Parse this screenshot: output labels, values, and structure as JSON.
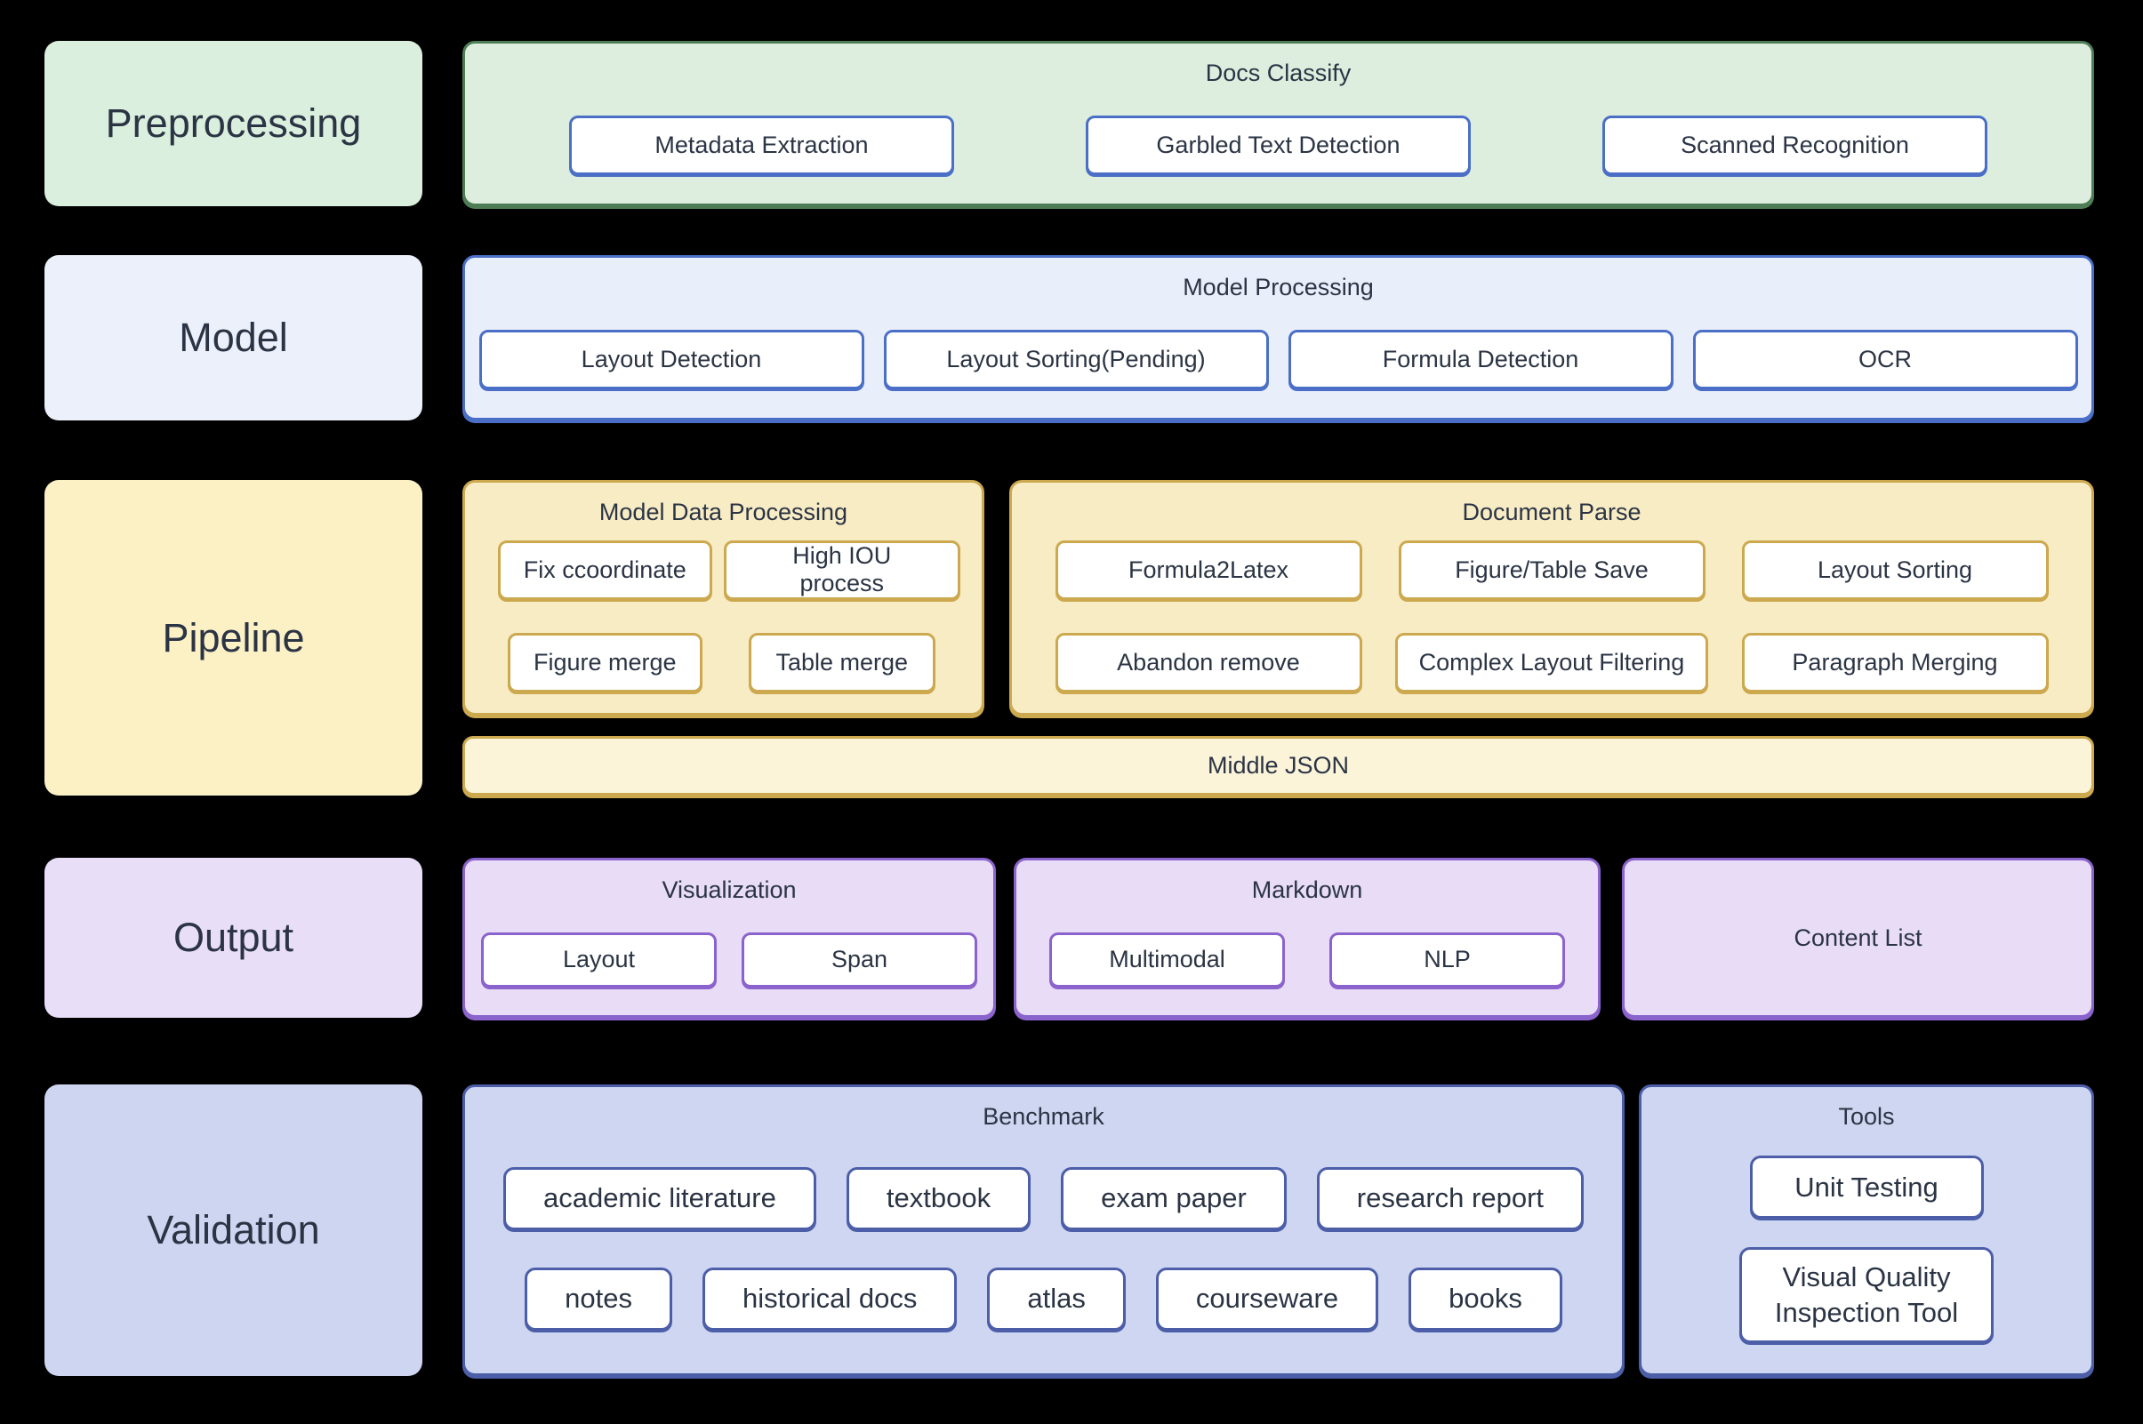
{
  "theme": {
    "background": "#000000",
    "text_color": "#2b3444",
    "colors": {
      "green-label": "#daefdd",
      "green-fill": "#ddeedf",
      "green-border": "#4e7d55",
      "blue-label": "#ecf0fa",
      "blue-fill": "#e9eefb",
      "blue-border": "#4b6fc6",
      "yellow-label": "#fcf0c5",
      "yellow-fill": "#f8ecc5",
      "yellow-light": "#fbf4d9",
      "gold-border": "#cca94f",
      "purple-label": "#e9def8",
      "purple-fill": "#e8dcf6",
      "purple-border": "#8a63cc",
      "periwinkle-label": "#ced5f0",
      "periwinkle-fill": "#cfd6f1",
      "navy-border": "#4c5ea8"
    }
  },
  "rows": {
    "preprocessing": {
      "label": "Preprocessing",
      "docs_classify": {
        "title": "Docs Classify",
        "buttons": [
          "Metadata Extraction",
          "Garbled Text Detection",
          "Scanned Recognition"
        ]
      }
    },
    "model": {
      "label": "Model",
      "model_processing": {
        "title": "Model Processing",
        "buttons": [
          "Layout Detection",
          "Layout Sorting(Pending)",
          "Formula Detection",
          "OCR"
        ]
      }
    },
    "pipeline": {
      "label": "Pipeline",
      "model_data_processing": {
        "title": "Model Data Processing",
        "rows": [
          [
            "Fix ccoordinate",
            "High IOU process"
          ],
          [
            "Figure merge",
            "Table merge"
          ]
        ]
      },
      "document_parse": {
        "title": "Document Parse",
        "rows": [
          [
            "Formula2Latex",
            "Figure/Table Save",
            "Layout Sorting"
          ],
          [
            "Abandon remove",
            "Complex Layout Filtering",
            "Paragraph Merging"
          ]
        ]
      },
      "middle_json": {
        "title": "Middle JSON"
      }
    },
    "output": {
      "label": "Output",
      "visualization": {
        "title": "Visualization",
        "buttons": [
          "Layout",
          "Span"
        ]
      },
      "markdown": {
        "title": "Markdown",
        "buttons": [
          "Multimodal",
          "NLP"
        ]
      },
      "content_list": {
        "title": "Content List"
      }
    },
    "validation": {
      "label": "Validation",
      "benchmark": {
        "title": "Benchmark",
        "rows": [
          [
            "academic literature",
            "textbook",
            "exam paper",
            "research report"
          ],
          [
            "notes",
            "historical docs",
            "atlas",
            "courseware",
            "books"
          ]
        ]
      },
      "tools": {
        "title": "Tools",
        "buttons": [
          "Unit Testing",
          "Visual Quality Inspection Tool"
        ]
      }
    }
  }
}
